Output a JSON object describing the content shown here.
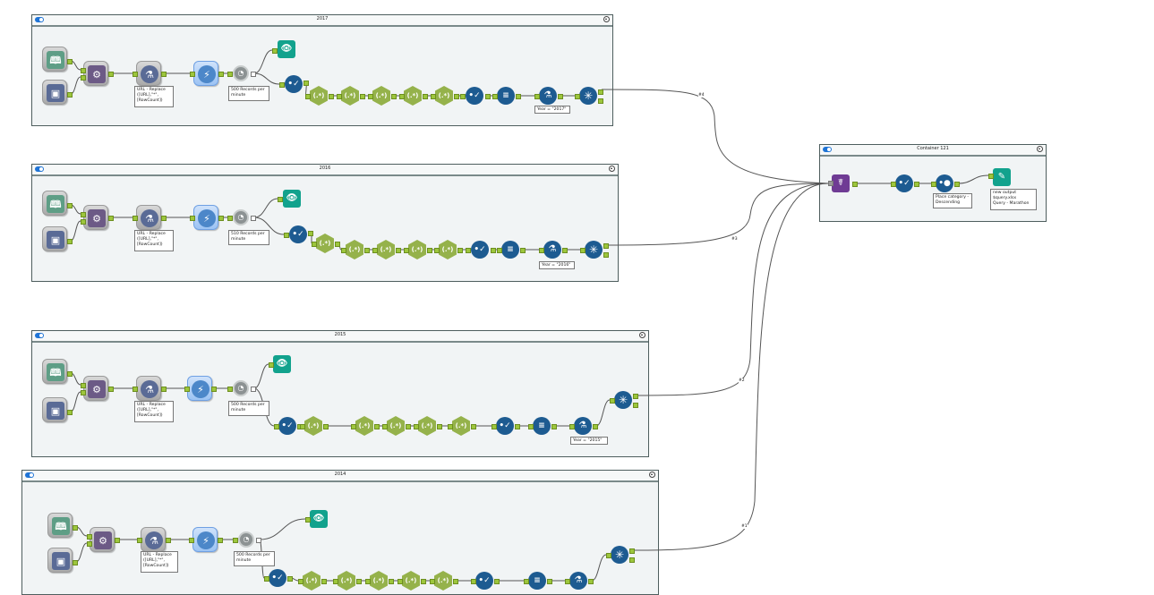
{
  "canvas": {
    "colors": {
      "container_bg": "#f1f4f5",
      "container_border": "#4e5e5e",
      "toggle": "#1f74d6",
      "blue_tool": "#1d5b91",
      "regex_tool": "#95b24b",
      "browse_tool": "#12a28d",
      "input_tool": "#5e9e86",
      "formula_tool": "#5a6b96",
      "multirow_tool": "#6c5a86",
      "union_tool": "#6f3b94",
      "anchor": "#9dc63c"
    },
    "wire_labels": [
      "#4",
      "#3",
      "#2",
      "#1"
    ]
  },
  "containers": [
    {
      "id": "c2017",
      "title": "2017",
      "tools": {
        "input_book": "text-input-icon",
        "input_dir": "directory-input-icon",
        "append": "append-fields-icon",
        "formula": "formula-icon",
        "download": "download-icon",
        "throttle": "throttle-icon",
        "browse": "browse-icon"
      },
      "notes": {
        "formula": "URL - Replace\n([URL],\"*\",\n[RowCount])",
        "throttle": "500 Records per\nminute",
        "filter": "Year = \"2017\""
      }
    },
    {
      "id": "c2016",
      "title": "2016",
      "notes": {
        "formula": "URL - Replace\n([URL],\"*\",\n[RowCount])",
        "throttle": "510 Records per\nminute",
        "filter": "Year = \"2016\""
      }
    },
    {
      "id": "c2015",
      "title": "2015",
      "notes": {
        "formula": "URL - Replace\n([URL],\"*\",\n[RowCount])",
        "throttle": "500 Records per\nminute",
        "filter": "Year = \"2015\""
      }
    },
    {
      "id": "c2014",
      "title": "2014",
      "notes": {
        "formula": "URL - Replace\n([URL],\"*\",\n[RowCount])",
        "throttle": "500 Records per\nminute"
      }
    },
    {
      "id": "c121",
      "title": "Container 121",
      "notes": {
        "sort": "Place category -\nDescending",
        "output": "new output\n$query.xlsx\nQuery - Marathon"
      }
    }
  ]
}
